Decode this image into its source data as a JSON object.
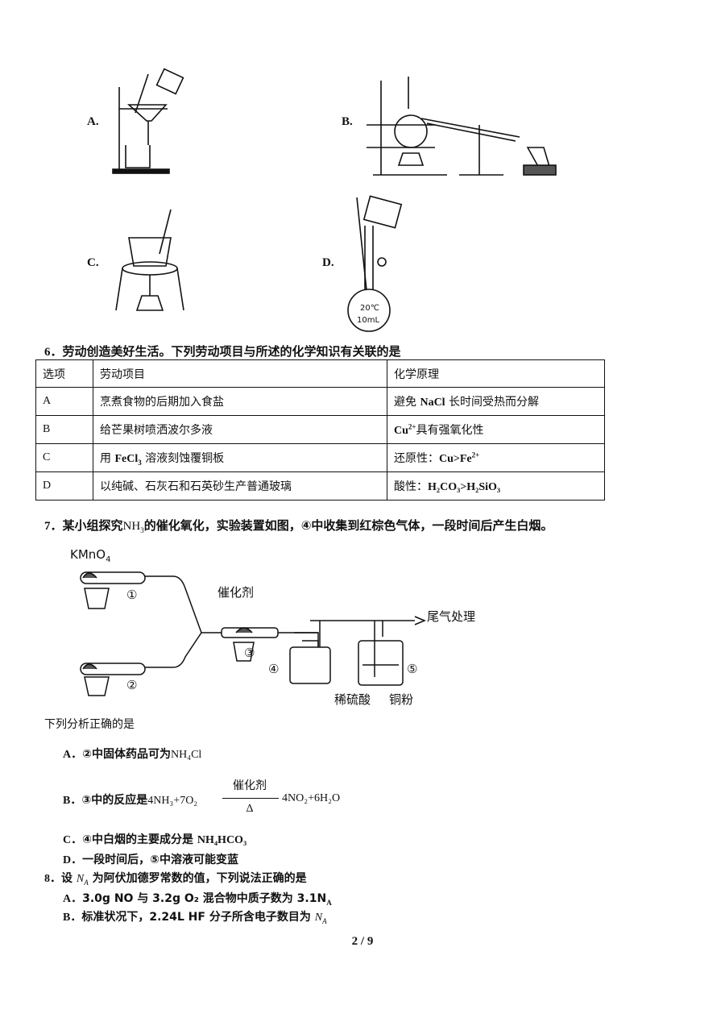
{
  "apparatus": {
    "A": "A.",
    "B": "B.",
    "C": "C.",
    "D": "D.",
    "flask_temp": "20℃",
    "flask_vol": "10mL"
  },
  "q6": {
    "number": "6．",
    "text": "劳动创造美好生活。下列劳动项目与所述的化学知识有关联的是",
    "headers": [
      "选项",
      "劳动项目",
      "化学原理"
    ],
    "rows": [
      {
        "opt": "A",
        "item": "烹煮食物的后期加入食盐",
        "principle_pre": "避免 ",
        "principle_b": "NaCl",
        "principle_post": " 长时间受热而分解"
      },
      {
        "opt": "B",
        "item": "给芒果树喷洒波尔多液",
        "principle_b": "Cu",
        "principle_sup": "2+",
        "principle_post": "具有强氧化性"
      },
      {
        "opt": "C",
        "item_pre": "用 ",
        "item_b": "FeCl",
        "item_sub": "3",
        "item_post": " 溶液刻蚀覆铜板",
        "principle_pre": "还原性：",
        "principle_b": "Cu>Fe",
        "principle_sup": "2+"
      },
      {
        "opt": "D",
        "item": "以纯碱、石灰石和石英砂生产普通玻璃",
        "principle_pre": "酸性：",
        "principle_b": "H₂CO₃>H₂SiO₃"
      }
    ]
  },
  "q7": {
    "number": "7．",
    "text_pre": "某小组探究",
    "nh3": "NH",
    "nh3_sub": "3",
    "text_post": "的催化氧化，实验装置如图，④中收集到红棕色气体，一段时间后产生白烟。",
    "diagram": {
      "kmno4": "KMnO",
      "kmno4_sub": "4",
      "catalyst": "催化剂",
      "tail_gas": "尾气处理",
      "acid": "稀硫酸",
      "copper": "铜粉",
      "n1": "①",
      "n2": "②",
      "n3": "③",
      "n4": "④",
      "n5": "⑤"
    },
    "lead": "下列分析正确的是",
    "optA_label": "A．",
    "optA_text": "②中固体药品可为",
    "optA_formula": "NH₄Cl",
    "optB_label": "B．",
    "optB_text": "③中的反应是",
    "optB_left": "4NH₃+7O₂",
    "optB_cond_top": "催化剂",
    "optB_cond_bottom": "Δ",
    "optB_right": "4NO₂+6H₂O",
    "optC_label": "C．",
    "optC_text": "④中白烟的主要成分是 ",
    "optC_formula": "NH₄HCO₃",
    "optD_label": "D．",
    "optD_text": "一段时间后，⑤中溶液可能变蓝"
  },
  "q8": {
    "number": "8．",
    "text_pre": "设 ",
    "na": "N",
    "na_sub": "A",
    "text_post": " 为阿伏加德罗常数的值，下列说法正确的是",
    "optA_label": "A．",
    "optA_text": "3.0g NO 与 3.2g O₂ 混合物中质子数为 3.1N",
    "optA_sub": "A",
    "optB_label": "B．",
    "optB_text": "标准状况下，2.24L HF 分子所含电子数目为 ",
    "optB_na": "N",
    "optB_sub": "A"
  },
  "footer": {
    "page": "2 / 9"
  }
}
